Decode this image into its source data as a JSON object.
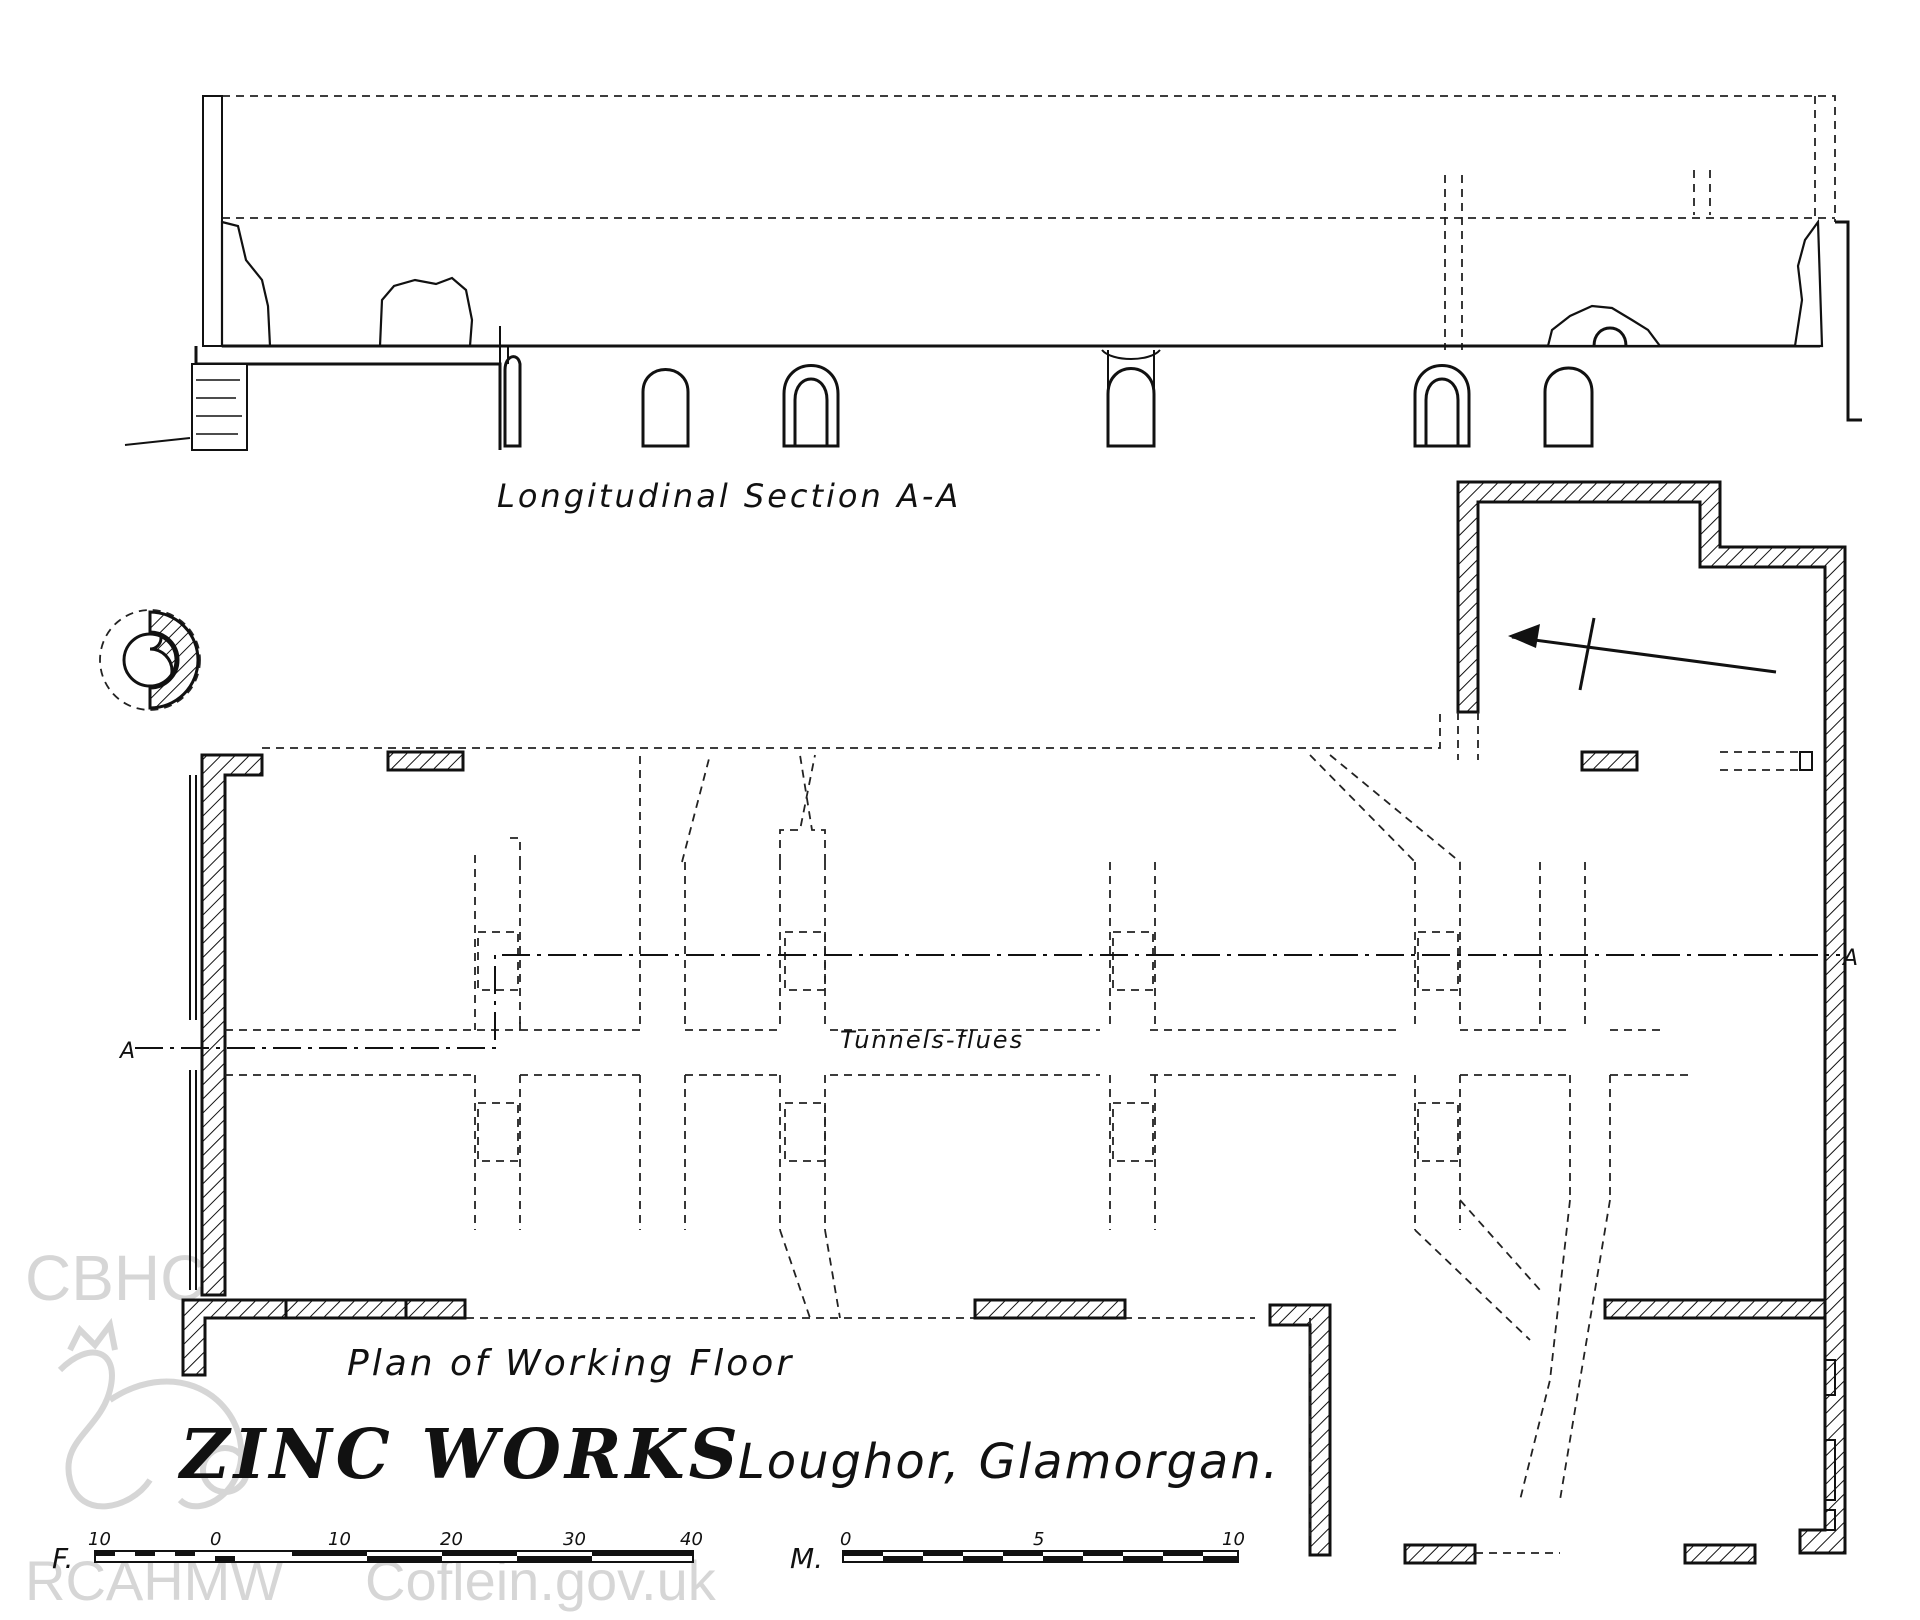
{
  "section_title": "Longitudinal Section A-A",
  "plan_title": "Plan of Working Floor",
  "main_title": "ZINC WORKS",
  "location": "Loughor, Glamorgan.",
  "tunnel_label": "Tunnels-flues",
  "section_marker": "A",
  "feet_scale": {
    "prefix": "F.",
    "ticks": [
      "10",
      "0",
      "10",
      "20",
      "30",
      "40"
    ]
  },
  "metre_scale": {
    "prefix": "M.",
    "ticks": [
      "0",
      "5",
      "10"
    ]
  },
  "watermark": {
    "top": "CBHC",
    "bottom": "RCAHMW",
    "site": "Coflein.gov.uk"
  }
}
